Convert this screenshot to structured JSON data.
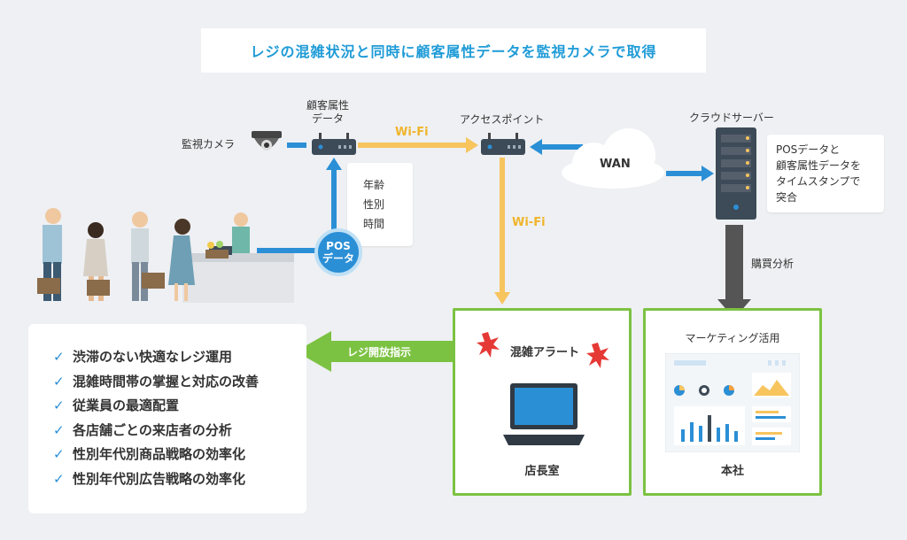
{
  "title": "レジの混雑状況と同時に顧客属性データを監視カメラで取得",
  "nodes": {
    "camera": "監視カメラ",
    "attr_device_line1": "顧客属性",
    "attr_device_line2": "データ",
    "access_point": "アクセスポイント",
    "wan": "WAN",
    "cloud_server": "クラウドサーバー"
  },
  "links": {
    "wifi_top": "Wi-Fi",
    "wifi_down": "Wi-Fi",
    "purchase_analysis": "購買分析",
    "register_open": "レジ開放指示"
  },
  "attributes_callout": [
    "年齢",
    "性別",
    "時間"
  ],
  "pos_badge": [
    "POS",
    "データ"
  ],
  "server_callout": [
    "POSデータと",
    "顧客属性データを",
    "タイムスタンプで",
    "突合"
  ],
  "store_office": {
    "alert": "混雑アラート",
    "caption": "店長室"
  },
  "headquarters": {
    "heading": "マーケティング活用",
    "caption": "本社"
  },
  "benefits": [
    "渋滞のない快適なレジ運用",
    "混雑時間帯の掌握と対応の改善",
    "従業員の最適配置",
    "各店舗ごとの来店者の分析",
    "性別年代別商品戦略の効率化",
    "性別年代別広告戦略の効率化"
  ],
  "colors": {
    "title": "#1e9bd7",
    "blue_arrow": "#2b8fd6",
    "wifi_arrow": "#f7c45e",
    "gray_arrow": "#555555",
    "green": "#7cc242"
  }
}
